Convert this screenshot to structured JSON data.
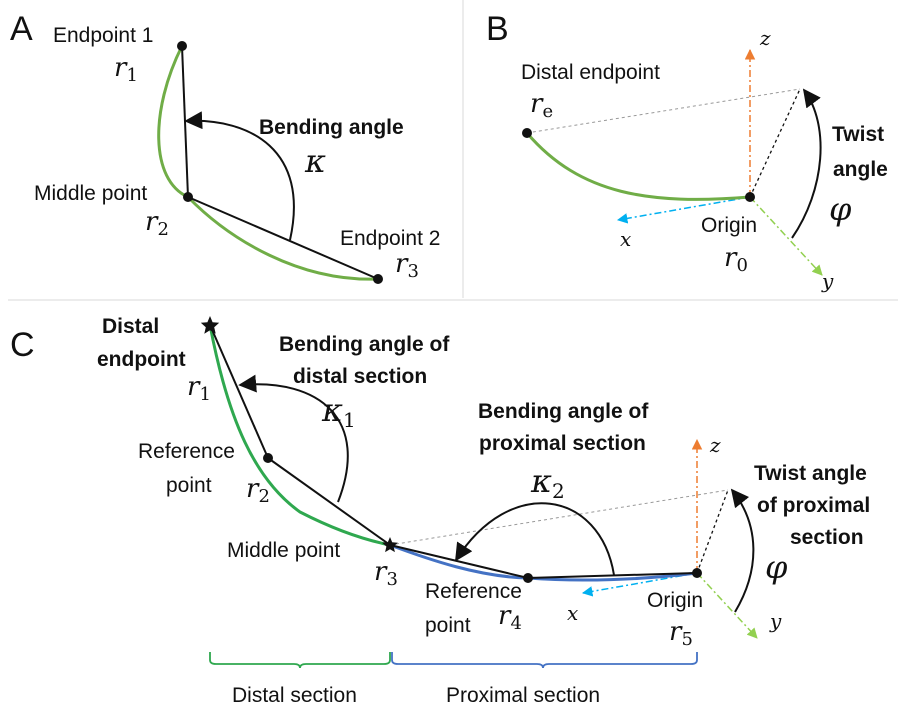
{
  "colors": {
    "green": "#70ad47",
    "blue": "#4472c4",
    "orange": "#ed7d31",
    "cyan": "#00b0f0",
    "lightgreen": "#92d050",
    "divider": "#d9d9d9"
  },
  "panelA": {
    "letter": "A",
    "endpoint1": "Endpoint 1",
    "middle": "Middle point",
    "endpoint2": "Endpoint 2",
    "bending": "Bending angle",
    "r1": "r",
    "r1_sub": "1",
    "r2": "r",
    "r2_sub": "2",
    "r3": "r",
    "r3_sub": "3",
    "kappa": "κ"
  },
  "panelB": {
    "letter": "B",
    "distal": "Distal endpoint",
    "re": "r",
    "re_sub": "e",
    "origin": "Origin",
    "r0": "r",
    "r0_sub": "0",
    "twist1": "Twist",
    "twist2": "angle",
    "phi": "φ",
    "x": "x",
    "y": "y",
    "z": "z"
  },
  "panelC": {
    "letter": "C",
    "distal1": "Distal",
    "distal2": "endpoint",
    "r1": "r",
    "r1_sub": "1",
    "bend_distal1": "Bending angle of",
    "bend_distal2": "distal section",
    "kappa1": "κ",
    "kappa1_sub": "1",
    "ref1a": "Reference",
    "ref1b": "point",
    "r2": "r",
    "r2_sub": "2",
    "middle": "Middle point",
    "r3": "r",
    "r3_sub": "3",
    "bend_prox1": "Bending angle of",
    "bend_prox2": "proximal section",
    "kappa2": "κ",
    "kappa2_sub": "2",
    "ref2a": "Reference",
    "ref2b": "point",
    "r4": "r",
    "r4_sub": "4",
    "origin": "Origin",
    "r5": "r",
    "r5_sub": "5",
    "twist1": "Twist angle",
    "twist2": "of proximal",
    "twist3": "section",
    "phi": "φ",
    "x": "x",
    "y": "y",
    "z": "z",
    "distal_section": "Distal section",
    "proximal_section": "Proximal section"
  }
}
